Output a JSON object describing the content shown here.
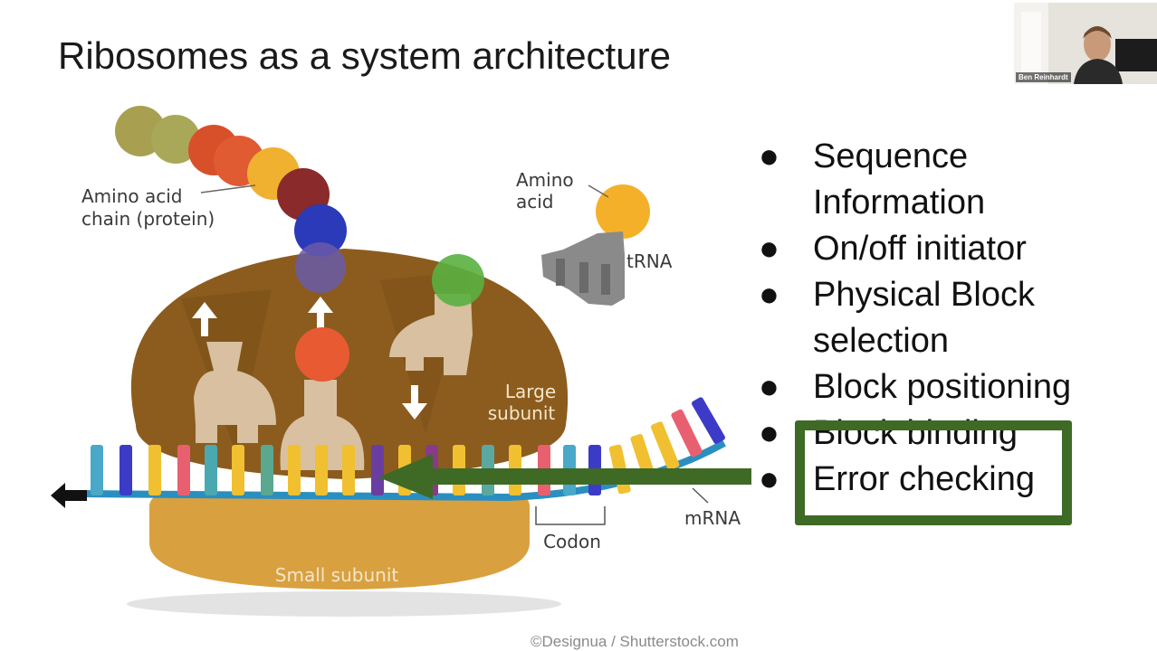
{
  "slide": {
    "title": "Ribosomes as a system architecture",
    "bullets": [
      "Sequence Information",
      "On/off initiator",
      "Physical Block selection",
      "Block positioning",
      "Block binding",
      "Error checking"
    ],
    "bullet_glyph": "●",
    "credit": "©Designua / Shutterstock.com",
    "highlighted_bullet": "Error checking",
    "highlight_color": "#3e6a26"
  },
  "diagram": {
    "labels": {
      "amino_acid_chain": "Amino acid chain (protein)",
      "amino_acid_chain_line1": "Amino acid",
      "amino_acid_chain_line2": "chain (protein)",
      "amino_acid_line1": "Amino",
      "amino_acid_line2": "acid",
      "trna": "tRNA",
      "large_subunit_line1": "Large",
      "large_subunit_line2": "subunit",
      "small_subunit": "Small subunit",
      "mrna": "mRNA",
      "codon": "Codon"
    },
    "colors": {
      "large_subunit": "#8c5c1e",
      "small_subunit": "#d9a040",
      "mrna_backbone": "#2a8fc0"
    }
  },
  "webcam": {
    "participant_name": "Ben Reinhardt"
  }
}
